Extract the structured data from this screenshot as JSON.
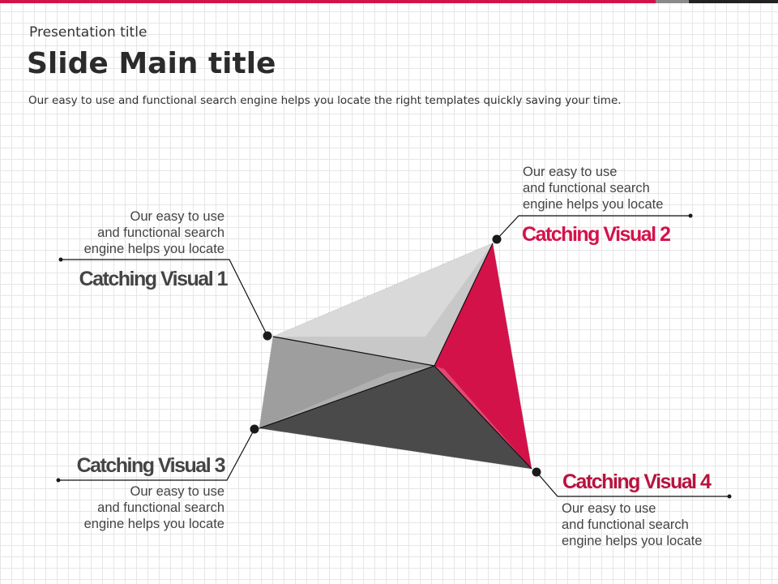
{
  "header": {
    "presentation_title": "Presentation title",
    "main_title": "Slide Main title",
    "subtitle": "Our easy to use and functional search engine helps you locate the right templates quickly  saving your time."
  },
  "colors": {
    "accent": "#d4124a",
    "dark": "#4a4a4a",
    "gray": "#9e9e9e",
    "light": "#d9d9d9",
    "bar_gray": "#8a8a8a",
    "bar_dark": "#222222"
  },
  "items": [
    {
      "title": "Catching Visual 1",
      "lines": [
        "Our easy to use",
        "and functional search",
        "engine helps you locate"
      ]
    },
    {
      "title": "Catching Visual 2",
      "lines": [
        "Our easy to use",
        "and functional search",
        "engine helps you locate"
      ]
    },
    {
      "title": "Catching Visual 3",
      "lines": [
        "Our easy to use",
        "and functional search",
        "engine helps you locate"
      ]
    },
    {
      "title": "Catching Visual 4",
      "lines": [
        "Our easy to use",
        "and functional search",
        "engine helps you locate"
      ]
    }
  ]
}
